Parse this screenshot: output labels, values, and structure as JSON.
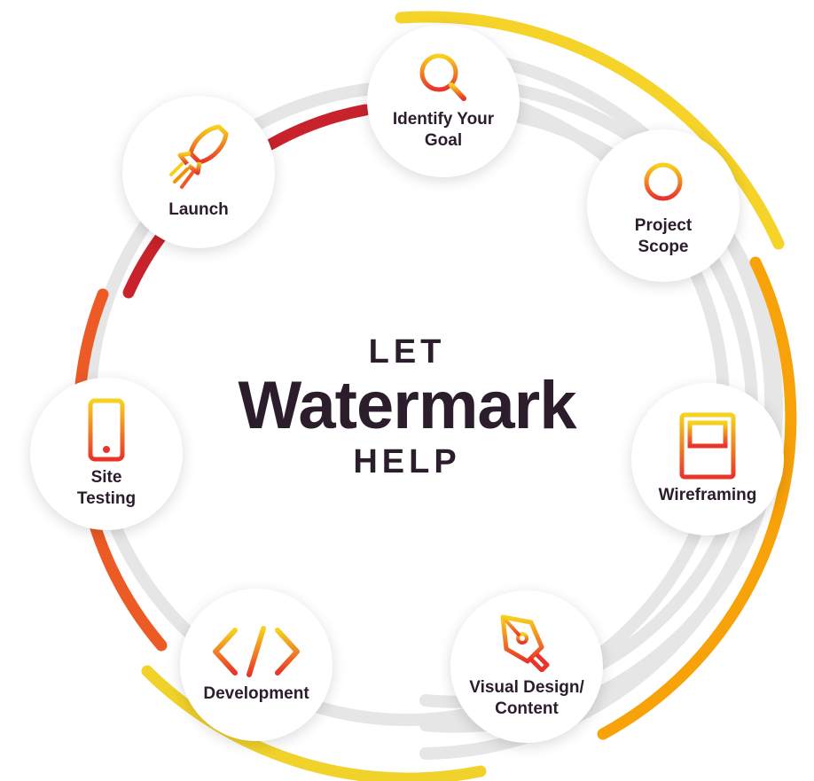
{
  "center": {
    "line1": "LET",
    "brand": "Watermark",
    "line2": "HELP"
  },
  "steps": [
    {
      "line1": "Identify Your",
      "line2": "Goal",
      "icon": "magnifier-icon"
    },
    {
      "line1": "Project",
      "line2": "Scope",
      "icon": "crosshair-icon"
    },
    {
      "line1": "Wireframing",
      "line2": "",
      "icon": "wireframe-document-icon"
    },
    {
      "line1": "Visual Design/",
      "line2": "Content",
      "icon": "pen-nib-icon"
    },
    {
      "line1": "Development",
      "line2": "",
      "icon": "code-brackets-icon"
    },
    {
      "line1": "Site",
      "line2": "Testing",
      "icon": "mobile-phone-icon"
    },
    {
      "line1": "Launch",
      "line2": "",
      "icon": "rocket-icon"
    }
  ],
  "colors": {
    "text": "#2b1d2c",
    "red": "#c8232c",
    "orange": "#f39200",
    "yellow": "#f5d328",
    "ring": "#e6e6e6"
  }
}
